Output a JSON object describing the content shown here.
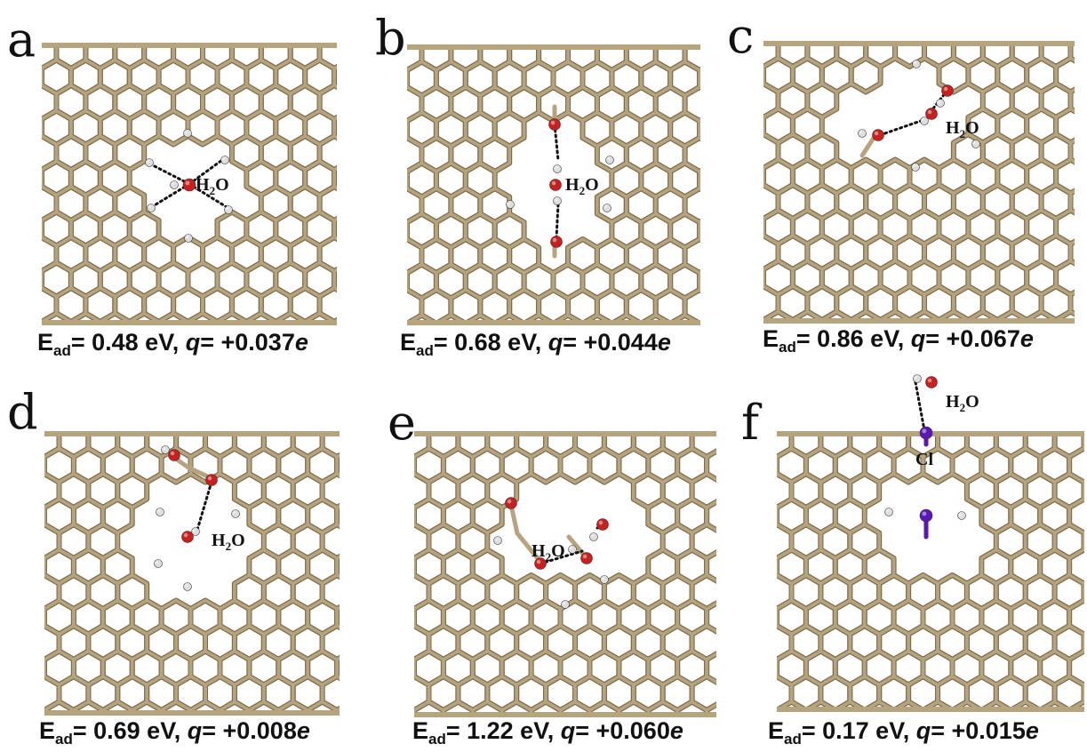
{
  "colors": {
    "bond": "#b6a47e",
    "bond_shadow": "#7d6d4f",
    "oxygen": "#c8201f",
    "hydrogen": "#dedede",
    "chlorine": "#5a18b8",
    "hbond": "#111111"
  },
  "panels": [
    {
      "letter": "a",
      "e_label": "E",
      "e_sub": "ad",
      "e_value": "= 0.48 eV, ",
      "q_label": "q",
      "q_value": "= +0.037",
      "q_unit": "e",
      "molecule": "H",
      "molecule_sub": "2",
      "molecule_end": "O"
    },
    {
      "letter": "b",
      "e_label": "E",
      "e_sub": "ad",
      "e_value": "= 0.68 eV, ",
      "q_label": "q",
      "q_value": "= +0.044",
      "q_unit": "e",
      "molecule": "H",
      "molecule_sub": "2",
      "molecule_end": "O"
    },
    {
      "letter": "c",
      "e_label": "E",
      "e_sub": "ad",
      "e_value": "= 0.86 eV, ",
      "q_label": "q",
      "q_value": "= +0.067",
      "q_unit": "e",
      "molecule": "H",
      "molecule_sub": "2",
      "molecule_end": "O"
    },
    {
      "letter": "d",
      "e_label": "E",
      "e_sub": "ad",
      "e_value": "= 0.69 eV, ",
      "q_label": "q",
      "q_value": "= +0.008",
      "q_unit": "e",
      "molecule": "H",
      "molecule_sub": "2",
      "molecule_end": "O"
    },
    {
      "letter": "e",
      "e_label": "E",
      "e_sub": "ad",
      "e_value": "= 1.22 eV, ",
      "q_label": "q",
      "q_value": "= +0.060",
      "q_unit": "e",
      "molecule": "H",
      "molecule_sub": "2",
      "molecule_end": "O"
    },
    {
      "letter": "f",
      "e_label": "E",
      "e_sub": "ad",
      "e_value": "= 0.17 eV, ",
      "q_label": "q",
      "q_value": "= +0.015",
      "q_unit": "e",
      "molecule": "H",
      "molecule_sub": "2",
      "molecule_end": "O",
      "extra_label": "Cl"
    }
  ]
}
